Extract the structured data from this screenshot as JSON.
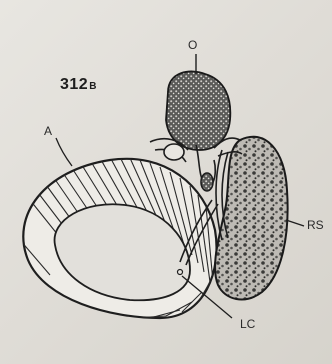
{
  "figure": {
    "number": "312",
    "number_suffix": "B"
  },
  "labels": {
    "o": "O",
    "a": "A",
    "rs": "RS",
    "lc": "LC"
  }
}
